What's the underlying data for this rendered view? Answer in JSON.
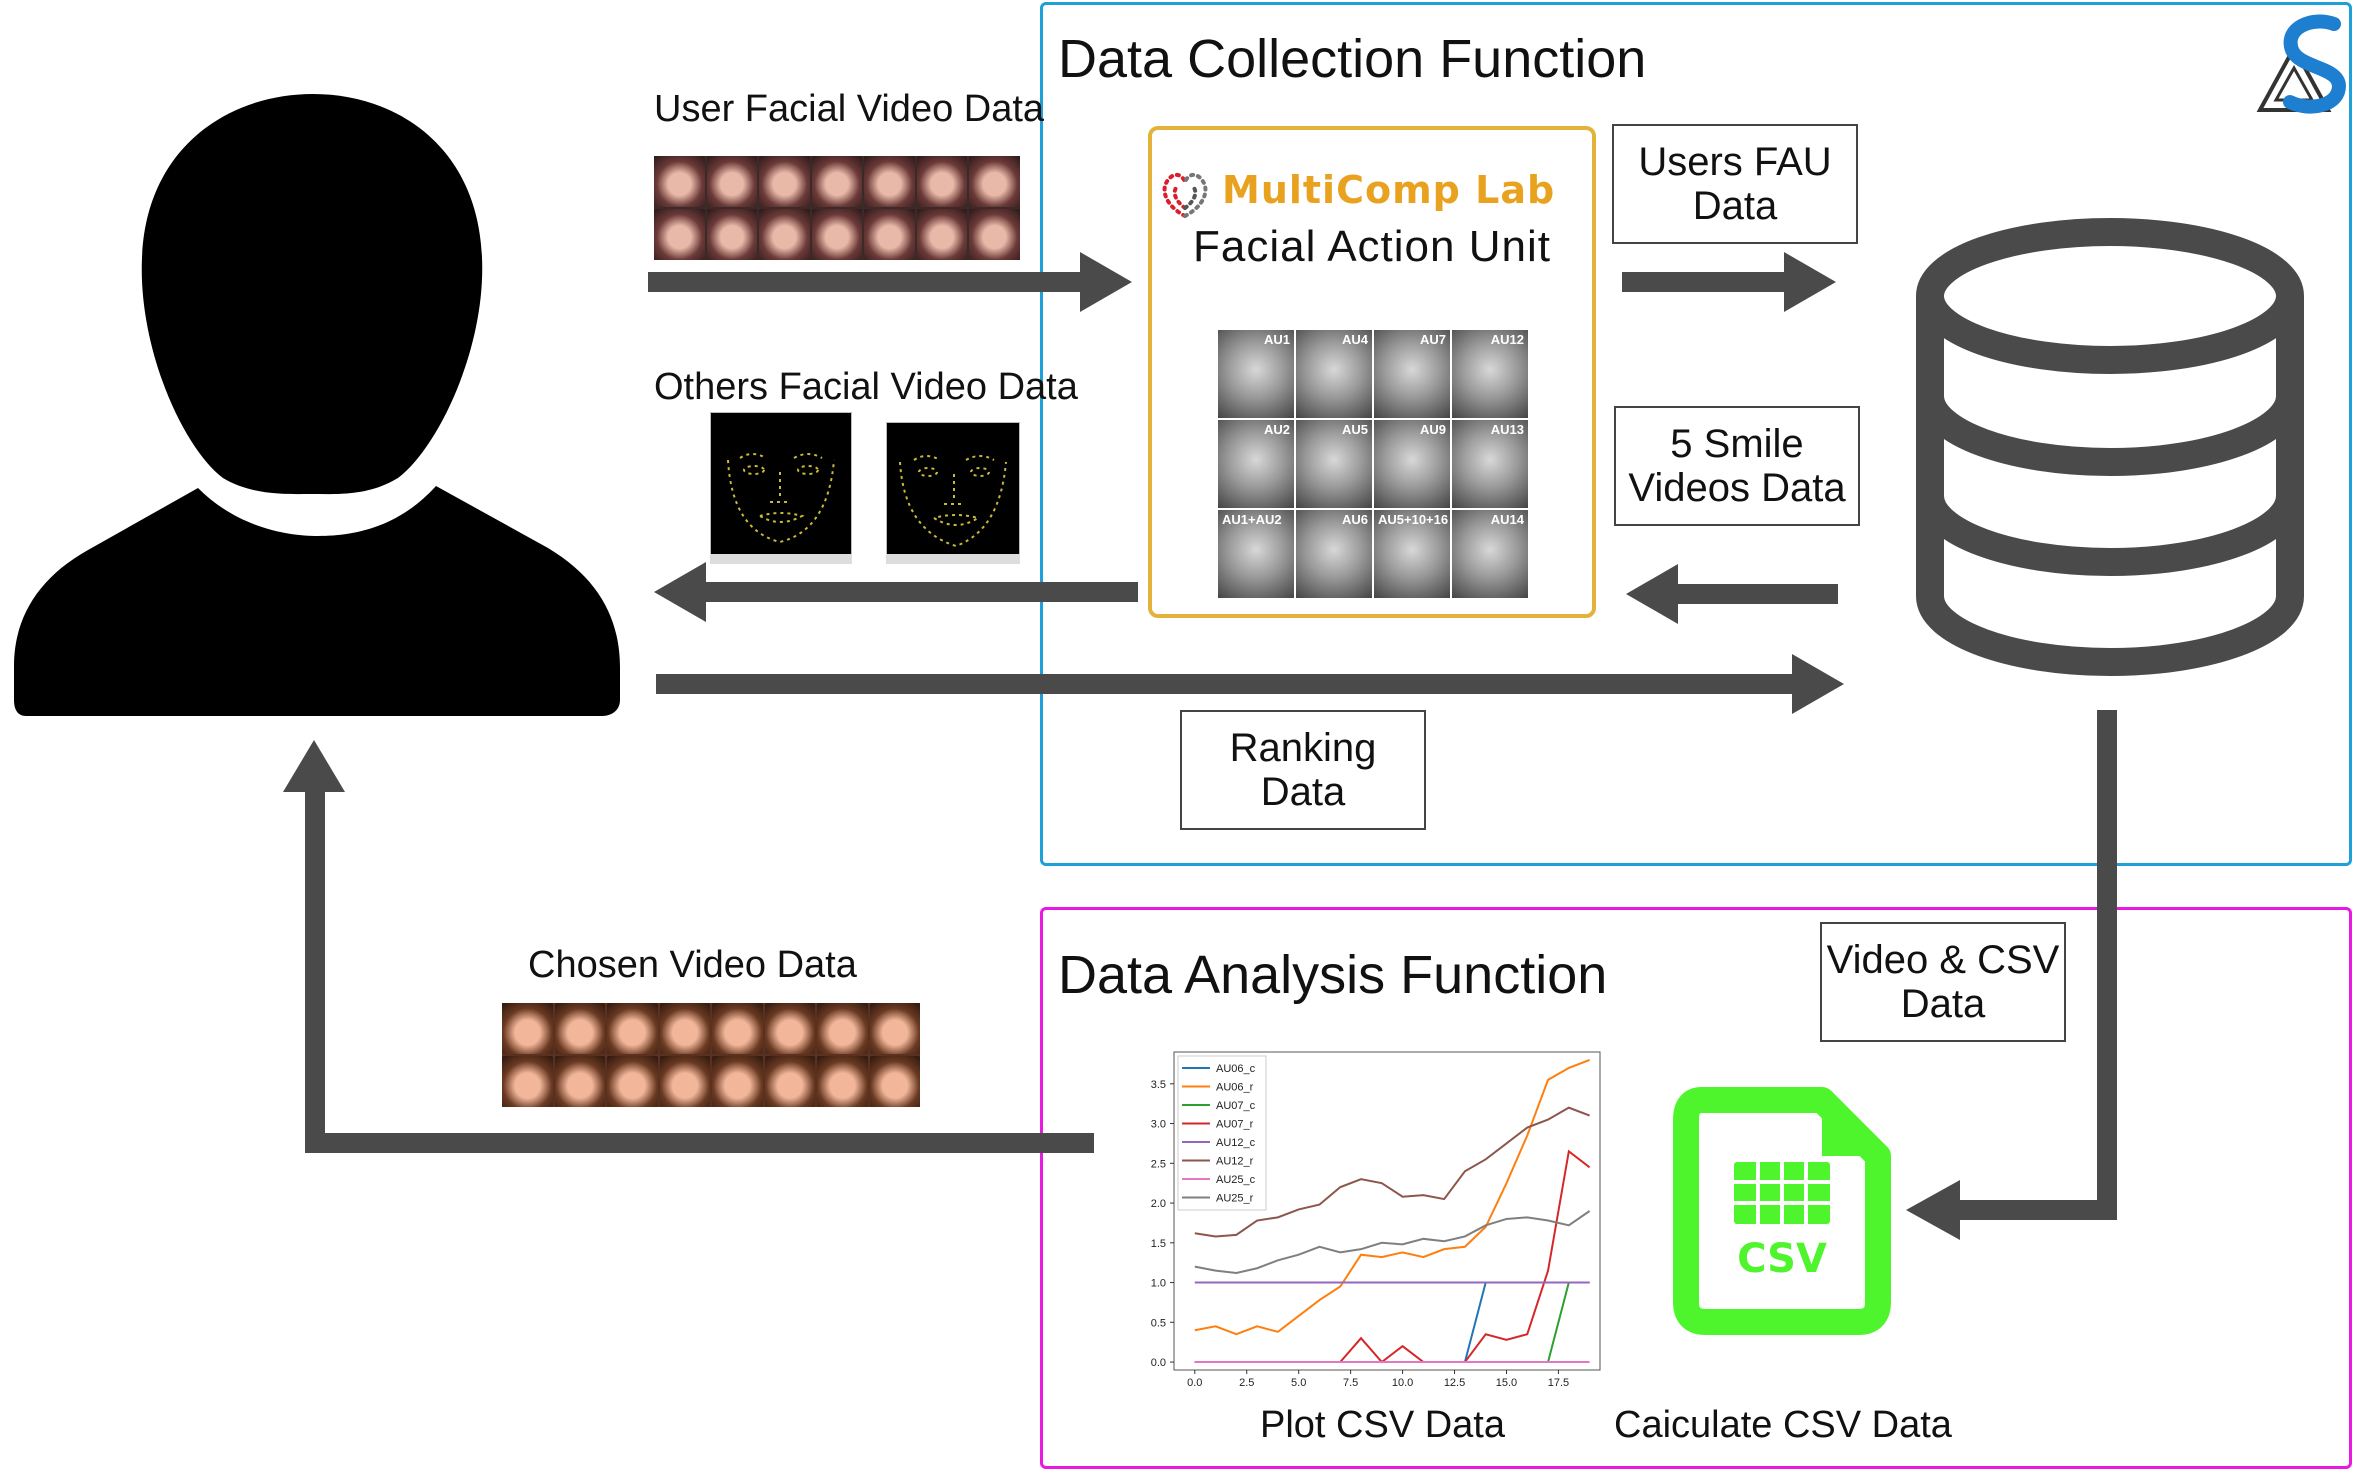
{
  "collection": {
    "title": "Data Collection Function",
    "lab_name": "MultiComp Lab",
    "fau_title": "Facial Action Unit",
    "au_labels": [
      "AU1",
      "AU4",
      "AU7",
      "AU12",
      "AU2",
      "AU5",
      "AU9",
      "AU13",
      "AU1+AU2",
      "AU6",
      "AU5+10+16",
      "AU14"
    ]
  },
  "analysis": {
    "title": "Data Analysis Function",
    "plot_caption": "Plot CSV Data",
    "csv_caption": "Caiculate CSV Data",
    "csv_badge": "CSV"
  },
  "labels": {
    "user_video": "User Facial Video Data",
    "others_video": "Others Facial Video Data",
    "chosen_video": "Chosen Video Data"
  },
  "boxes": {
    "users_fau": [
      "Users FAU",
      "Data"
    ],
    "smile_videos": [
      "5 Smile",
      "Videos Data"
    ],
    "ranking": [
      "Ranking",
      "Data"
    ],
    "video_csv": [
      "Video & CSV",
      "Data"
    ]
  },
  "colors": {
    "collection_border": "#1ea0d8",
    "analysis_border": "#e819e0",
    "fau_border": "#e2b23a",
    "arrow": "#4a4a4a",
    "csv_green": "#4ff52c",
    "lab_text": "#e9a21f"
  },
  "chart_data": {
    "type": "line",
    "x": [
      0,
      1,
      2,
      3,
      4,
      5,
      6,
      7,
      8,
      9,
      10,
      11,
      12,
      13,
      14,
      15,
      16,
      17,
      18,
      19
    ],
    "xticks": [
      "0.0",
      "2.5",
      "5.0",
      "7.5",
      "10.0",
      "12.5",
      "15.0",
      "17.5"
    ],
    "yticks": [
      "0.0",
      "0.5",
      "1.0",
      "1.5",
      "2.0",
      "2.5",
      "3.0",
      "3.5"
    ],
    "xlim": [
      -1,
      19.5
    ],
    "ylim": [
      -0.1,
      3.9
    ],
    "legend_placement": "top-left",
    "series": [
      {
        "name": "AU06_c",
        "color": "#1f77b4",
        "values": [
          0,
          0,
          0,
          0,
          0,
          0,
          0,
          0,
          0,
          0,
          0,
          0,
          0,
          0,
          1,
          1,
          1,
          1,
          1,
          1
        ]
      },
      {
        "name": "AU06_r",
        "color": "#ff7f0e",
        "values": [
          0.4,
          0.45,
          0.35,
          0.45,
          0.38,
          0.58,
          0.78,
          0.95,
          1.35,
          1.32,
          1.38,
          1.32,
          1.42,
          1.45,
          1.7,
          2.25,
          2.85,
          3.55,
          3.7,
          3.8
        ]
      },
      {
        "name": "AU07_c",
        "color": "#2ca02c",
        "values": [
          0,
          0,
          0,
          0,
          0,
          0,
          0,
          0,
          0,
          0,
          0,
          0,
          0,
          0,
          0,
          0,
          0,
          0,
          1,
          1
        ]
      },
      {
        "name": "AU07_r",
        "color": "#d62728",
        "values": [
          0,
          0,
          0,
          0,
          0,
          0,
          0,
          0,
          0.3,
          0,
          0.2,
          0,
          0,
          0,
          0.35,
          0.28,
          0.35,
          1.15,
          2.65,
          2.45
        ]
      },
      {
        "name": "AU12_c",
        "color": "#9467bd",
        "values": [
          1,
          1,
          1,
          1,
          1,
          1,
          1,
          1,
          1,
          1,
          1,
          1,
          1,
          1,
          1,
          1,
          1,
          1,
          1,
          1
        ]
      },
      {
        "name": "AU12_r",
        "color": "#8c564b",
        "values": [
          1.62,
          1.58,
          1.6,
          1.78,
          1.82,
          1.92,
          1.98,
          2.2,
          2.3,
          2.25,
          2.08,
          2.1,
          2.05,
          2.4,
          2.55,
          2.75,
          2.95,
          3.05,
          3.2,
          3.1
        ]
      },
      {
        "name": "AU25_c",
        "color": "#e377c2",
        "values": [
          0,
          0,
          0,
          0,
          0,
          0,
          0,
          0,
          0,
          0,
          0,
          0,
          0,
          0,
          0,
          0,
          0,
          0,
          0,
          0
        ]
      },
      {
        "name": "AU25_r",
        "color": "#7f7f7f",
        "values": [
          1.2,
          1.15,
          1.12,
          1.18,
          1.28,
          1.35,
          1.45,
          1.38,
          1.42,
          1.5,
          1.48,
          1.55,
          1.52,
          1.58,
          1.72,
          1.8,
          1.82,
          1.78,
          1.72,
          1.9
        ]
      }
    ]
  }
}
